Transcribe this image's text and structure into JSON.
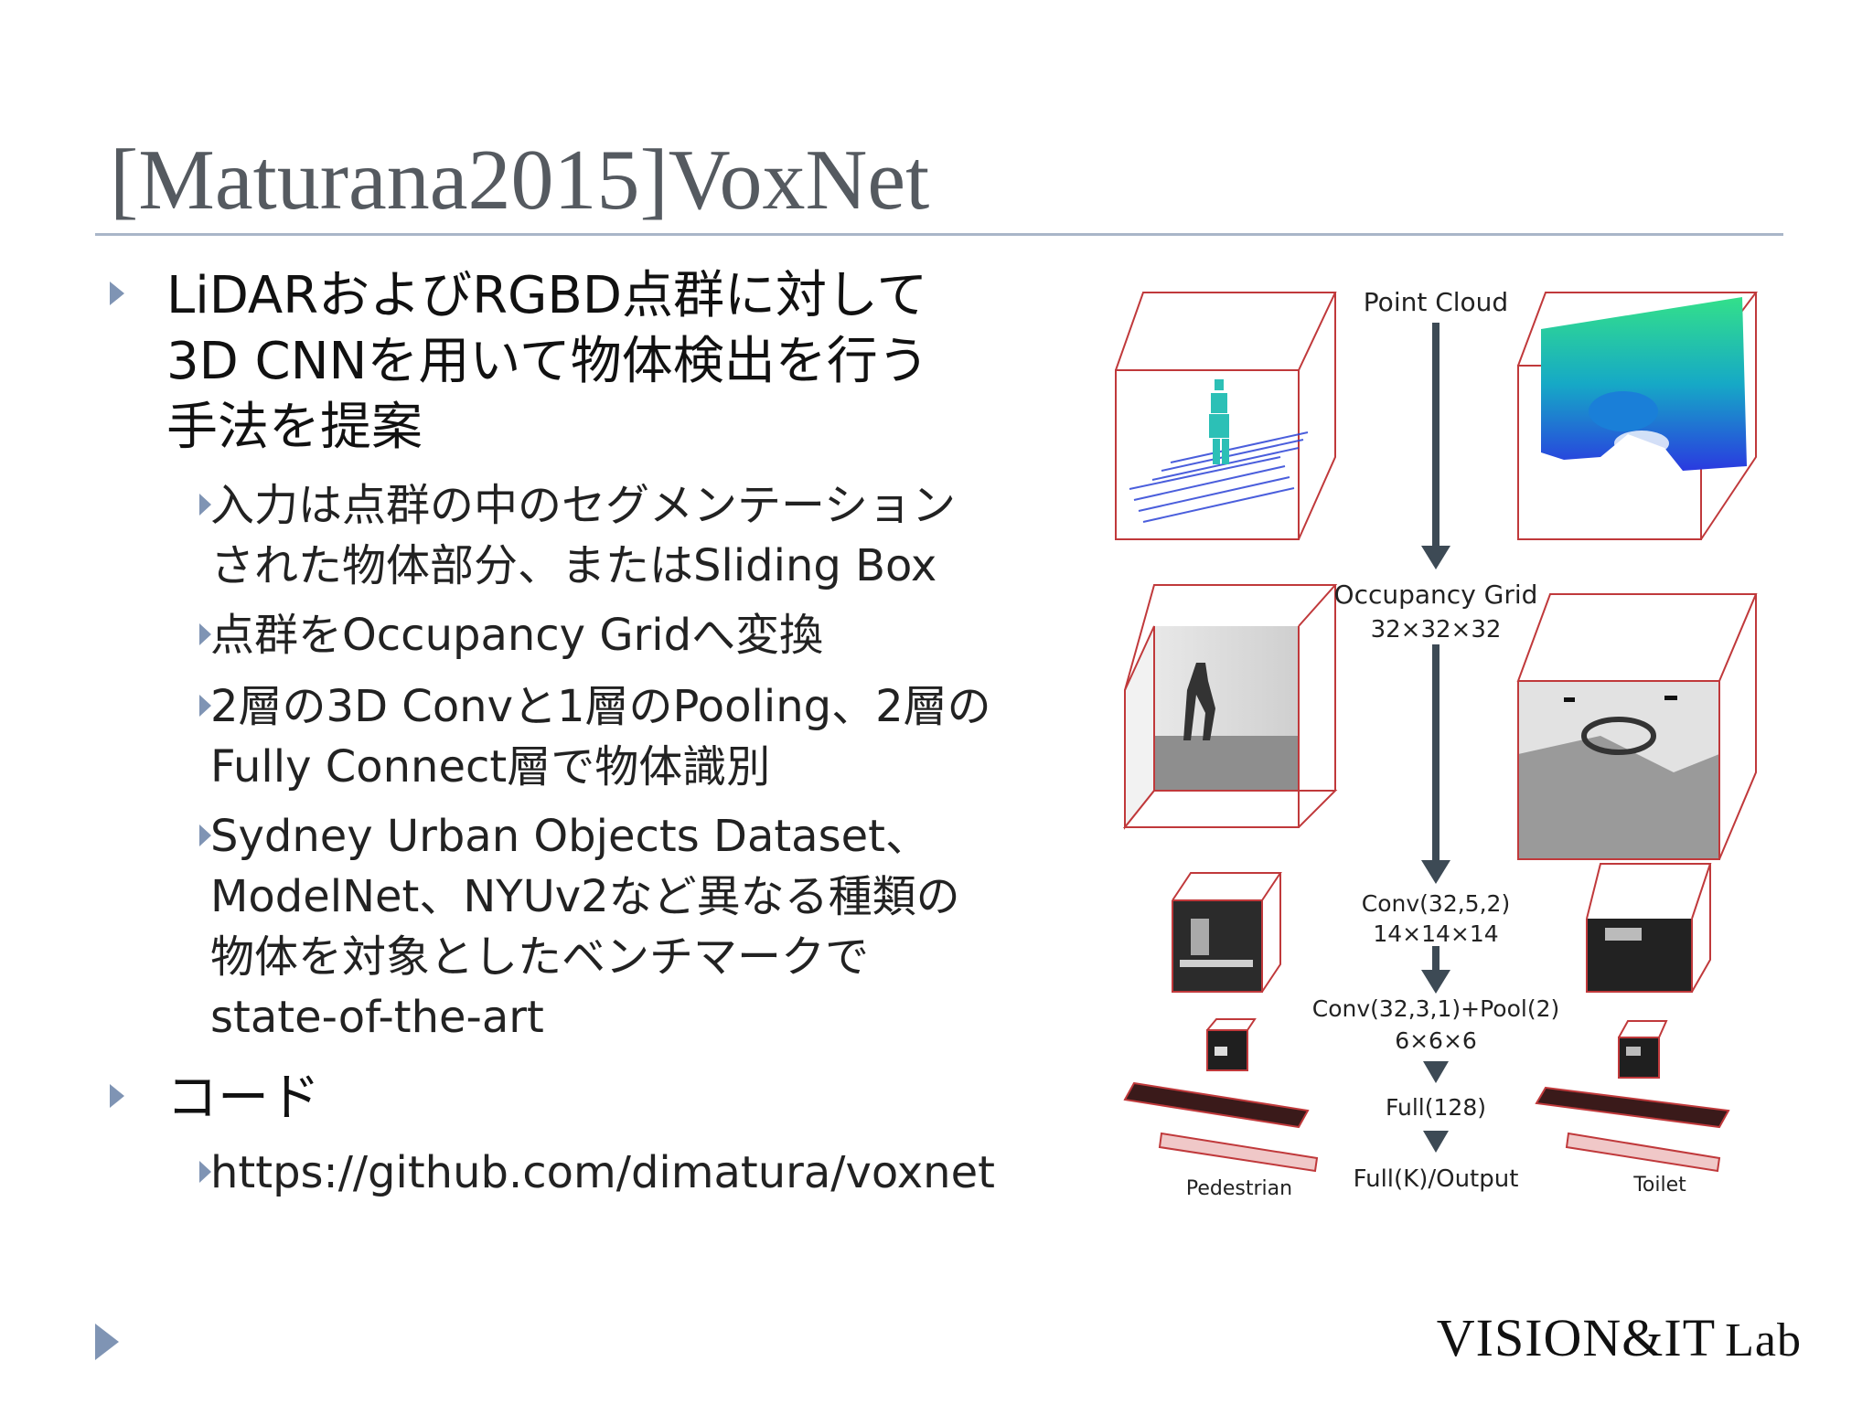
{
  "slide": {
    "title": "[Maturana2015]VoxNet",
    "bullets": [
      {
        "level": 1,
        "lines": [
          "LiDARおよびRGBD点群に対して",
          "3D CNNを用いて物体検出を行う",
          "手法を提案"
        ]
      },
      {
        "level": 2,
        "lines": [
          "入力は点群の中のセグメンテーション",
          "された物体部分、またはSliding Box"
        ]
      },
      {
        "level": 2,
        "lines": [
          "点群をOccupancy Gridへ変換"
        ]
      },
      {
        "level": 2,
        "lines": [
          "2層の3D Convと1層のPooling、2層の",
          "Fully Connect層で物体識別"
        ]
      },
      {
        "level": 2,
        "lines": [
          "Sydney Urban Objects Dataset、",
          "ModelNet、NYUv2など異なる種類の",
          "物体を対象としたベンチマークで",
          "state-of-the-art"
        ]
      },
      {
        "level": 1,
        "lines": [
          "コード"
        ]
      },
      {
        "level": 2,
        "lines": [
          "https://github.com/dimatura/voxnet"
        ]
      }
    ],
    "logo": {
      "main": "VISION&IT",
      "suffix": "Lab"
    }
  },
  "figure": {
    "labels": {
      "point_cloud": "Point Cloud",
      "occupancy_grid": "Occupancy Grid",
      "occupancy_dims": "32×32×32",
      "conv1": "Conv(32,5,2)",
      "conv1_dims": "14×14×14",
      "conv2": "Conv(32,3,1)+Pool(2)",
      "conv2_dims": "6×6×6",
      "full": "Full(128)",
      "output": "Full(K)/Output",
      "left_class": "Pedestrian",
      "right_class": "Toilet"
    },
    "colors": {
      "cube_edge": "#c0393b",
      "arrow": "#3d4a55",
      "bullet": "#7f94b4",
      "rule": "#a9b6c8"
    }
  }
}
